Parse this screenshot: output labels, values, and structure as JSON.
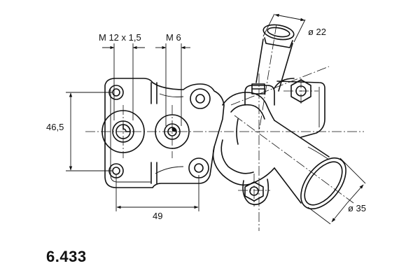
{
  "dimensions": {
    "thread_large": "M 12 x 1,5",
    "thread_small": "M 6",
    "height": "46,5",
    "width": "49",
    "outlet_small_diameter": "ø 22",
    "outlet_large_diameter": "ø 35"
  },
  "part_number": "6.433"
}
